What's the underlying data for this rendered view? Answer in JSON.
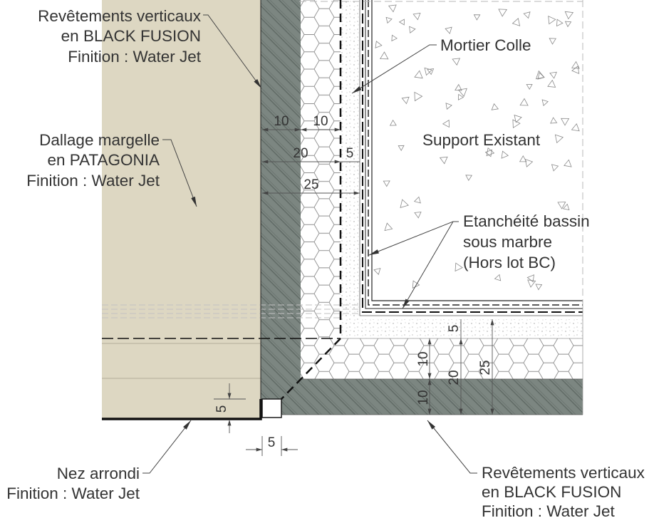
{
  "labels": {
    "top_left": [
      "Revêtements verticaux",
      "en BLACK FUSION",
      "Finition : Water Jet"
    ],
    "mortier": "Mortier Colle",
    "support": "Support Existant",
    "dallage": [
      "Dallage margelle",
      "en PATAGONIA",
      "Finition : Water Jet"
    ],
    "etancheite": [
      "Etanchéité bassin",
      "sous marbre",
      "(Hors lot BC)"
    ],
    "nez": [
      "Nez arrondi",
      "Finition : Water Jet"
    ],
    "bottom_right": [
      "Revêtements verticaux",
      "en BLACK FUSION",
      "Finition : Water Jet"
    ]
  },
  "dimensions": {
    "wall_stone": "10",
    "wall_mortar": "10",
    "wall_total": "20",
    "wall_adhesive": "5",
    "wall_overall": "25",
    "floor_adhesive": "5",
    "floor_mortar": "10",
    "floor_total": "20",
    "floor_overall": "25",
    "floor_stone": "10",
    "nose_height": "5",
    "nose_width": "5"
  },
  "colors": {
    "beige": "#ddd7c2",
    "stone": "#7c8681",
    "hatch": "#5d6762",
    "hex_line": "#8e8e8e",
    "ink": "#1a1a1a"
  }
}
